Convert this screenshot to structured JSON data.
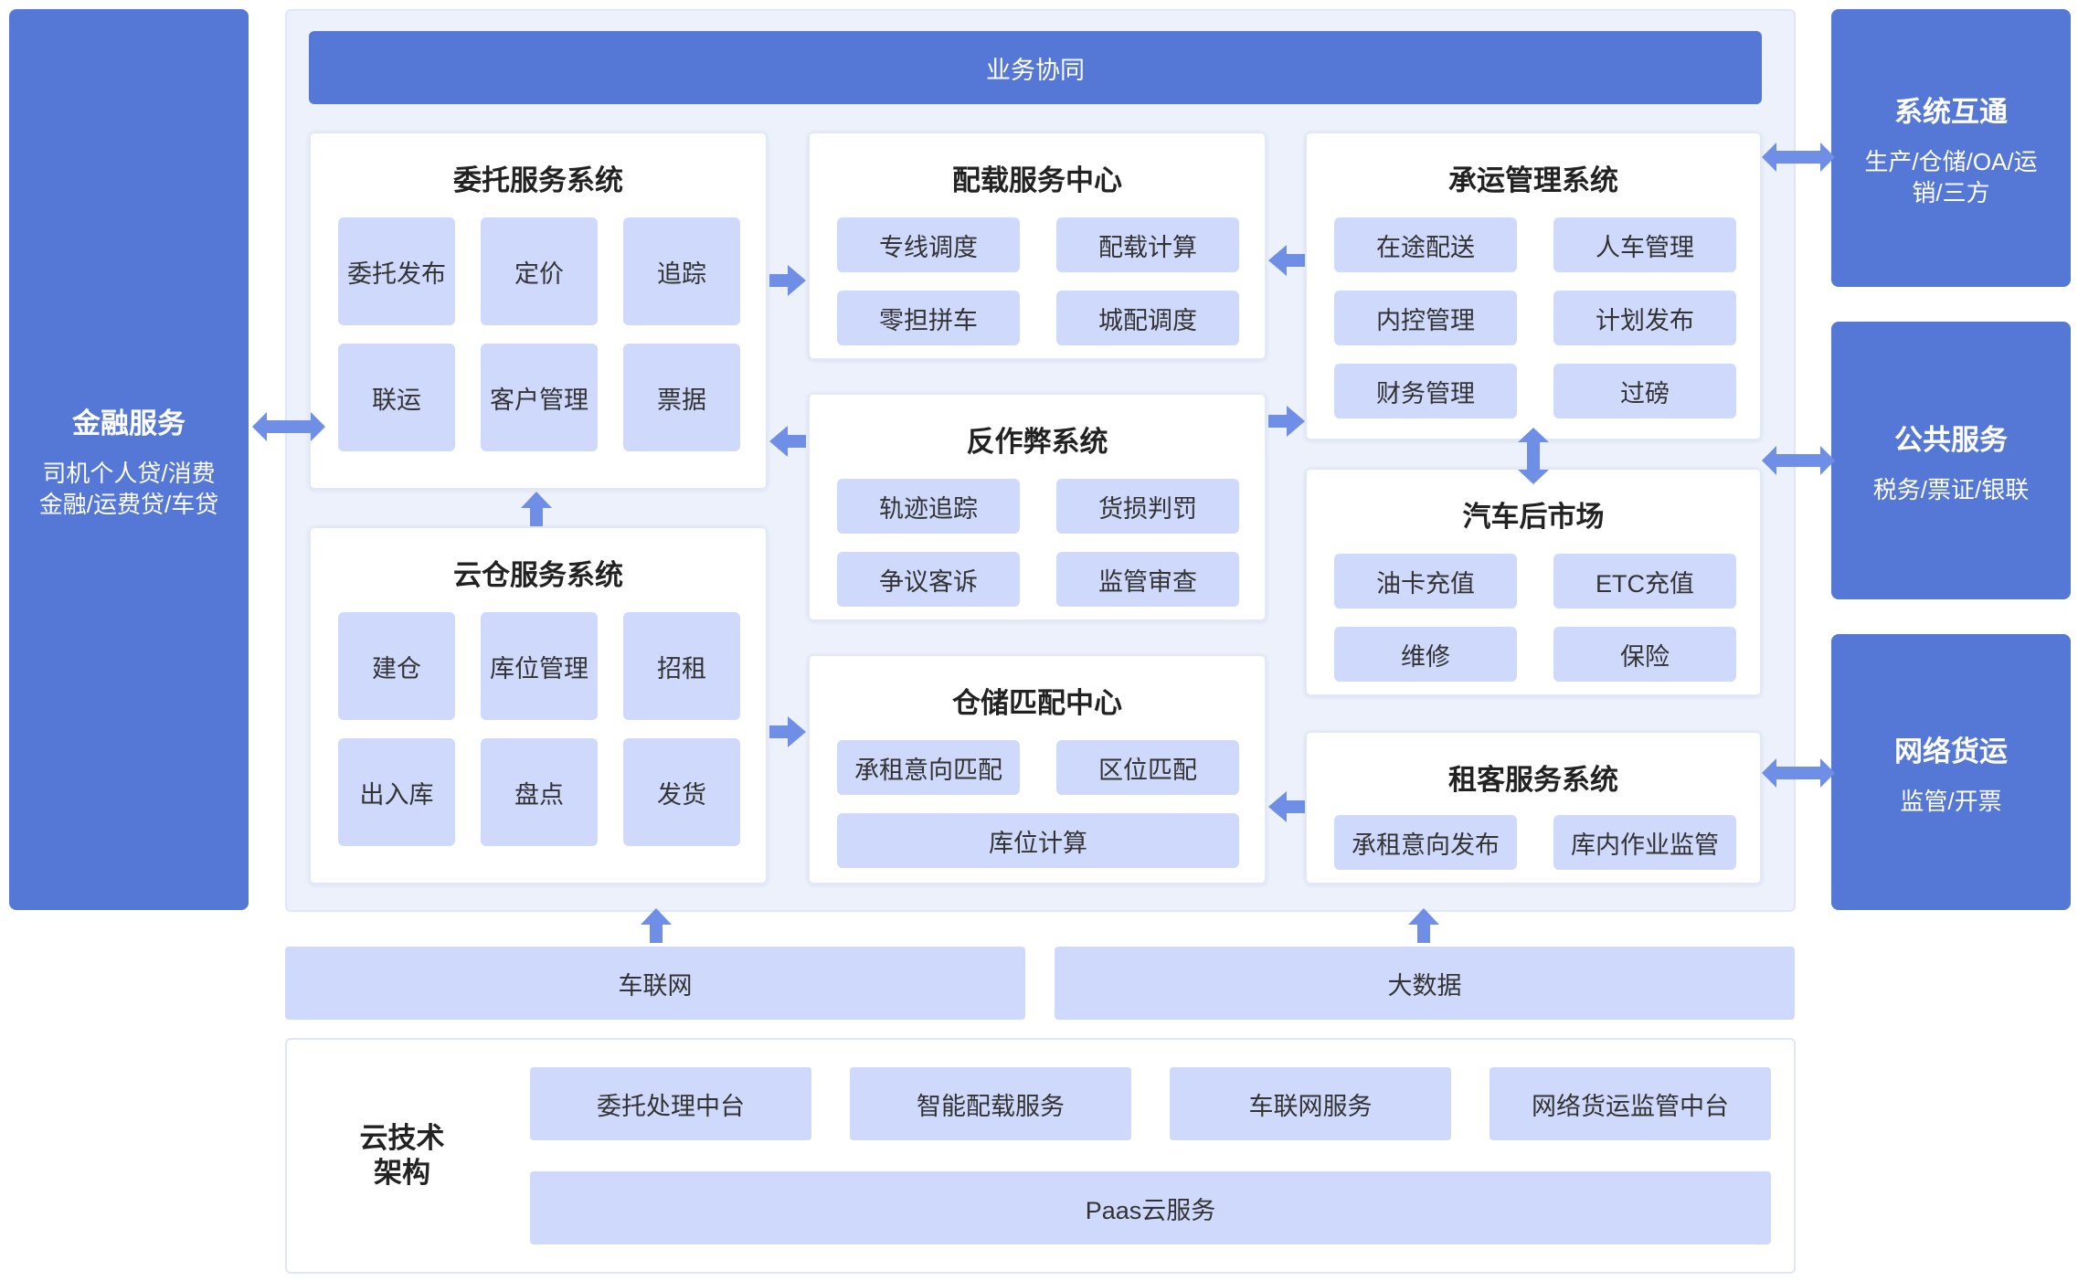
{
  "left_panel": {
    "title": "金融服务",
    "subtitle": "司机个人贷/消费\n金融/运费贷/车贷"
  },
  "right_panels": [
    {
      "title": "系统互通",
      "subtitle": "生产/仓储/OA/运\n销/三方"
    },
    {
      "title": "公共服务",
      "subtitle": "税务/票证/银联"
    },
    {
      "title": "网络货运",
      "subtitle": "监管/开票"
    }
  ],
  "banner": "业务协同",
  "systems": {
    "weituo": {
      "title": "委托服务系统",
      "items": [
        "委托发布",
        "定价",
        "追踪",
        "联运",
        "客户管理",
        "票据"
      ]
    },
    "yuncang": {
      "title": "云仓服务系统",
      "items": [
        "建仓",
        "库位管理",
        "招租",
        "出入库",
        "盘点",
        "发货"
      ]
    },
    "peizai": {
      "title": "配载服务中心",
      "items": [
        "专线调度",
        "配载计算",
        "零担拼车",
        "城配调度"
      ]
    },
    "fanzuobi": {
      "title": "反作弊系统",
      "items": [
        "轨迹追踪",
        "货损判罚",
        "争议客诉",
        "监管审查"
      ]
    },
    "cangchu": {
      "title": "仓储匹配中心",
      "items": [
        "承租意向匹配",
        "区位匹配",
        "库位计算"
      ]
    },
    "chengyun": {
      "title": "承运管理系统",
      "items": [
        "在途配送",
        "人车管理",
        "内控管理",
        "计划发布",
        "财务管理",
        "过磅"
      ]
    },
    "houshichang": {
      "title": "汽车后市场",
      "items": [
        "油卡充值",
        "ETC充值",
        "维修",
        "保险"
      ]
    },
    "zuke": {
      "title": "租客服务系统",
      "items": [
        "承租意向发布",
        "库内作业监管"
      ]
    }
  },
  "infra": [
    "车联网",
    "大数据"
  ],
  "cloud_tech": {
    "title": "云技术\n架构",
    "services": [
      "委托处理中台",
      "智能配载服务",
      "车联网服务",
      "网络货运监管中台"
    ],
    "paas": "Paas云服务"
  },
  "colors": {
    "primary": "#5577d6",
    "chip": "#cfd9fb",
    "frame_bg": "#edf1fb",
    "arrow": "#6f8ee6"
  }
}
